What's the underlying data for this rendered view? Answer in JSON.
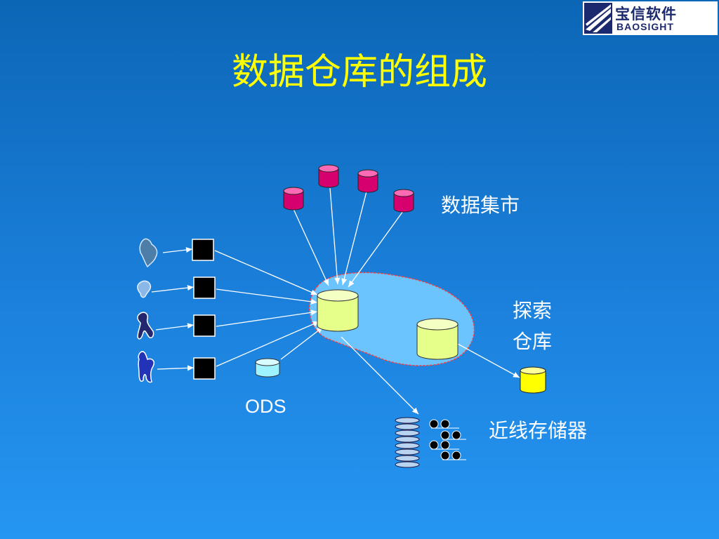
{
  "slide": {
    "title": "数据仓库的组成",
    "background": "#1b80db",
    "title_color": "#ffff00"
  },
  "logo": {
    "chinese_text": "宝信软件",
    "english_text": "BAOSIGHT"
  },
  "labels": {
    "data_marts": "数据集市",
    "exploration_warehouse_line1": "探索",
    "exploration_warehouse_line2": "仓库",
    "ods": "ODS",
    "near_line_storage": "近线存储器"
  },
  "colors": {
    "data_mart": "#d6006e",
    "warehouse": "#e6ff8a",
    "ods": "#9ff2ff",
    "exploration_output": "#ffff00",
    "cloud": "#6cc4ff",
    "cloud_border": "#ff3b3b",
    "arrow": "#ffffff"
  },
  "icons": {
    "sources": [
      "source-shape-icon",
      "source-shape-icon",
      "source-shape-icon",
      "source-shape-icon"
    ],
    "systems": [
      "black-square-icon",
      "black-square-icon",
      "black-square-icon",
      "black-square-icon"
    ],
    "storage": [
      "disk-stack-icon",
      "tape-reels-icon"
    ]
  }
}
